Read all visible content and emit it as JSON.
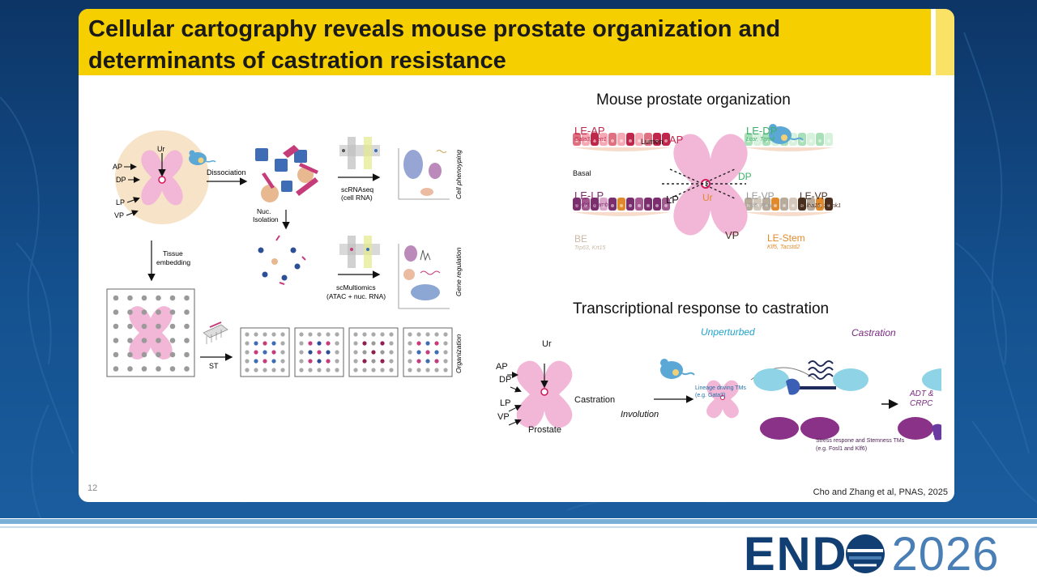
{
  "slide": {
    "title": "Cellular cartography reveals mouse prostate organization and determinants of castration resistance",
    "slide_number": "12",
    "citation": "Cho and Zhang et al, PNAS, 2025"
  },
  "workflow": {
    "lobes": [
      "AP",
      "DP",
      "LP",
      "VP"
    ],
    "ur": "Ur",
    "dissociation": "Dissociation",
    "nuc_isolation_1": "Nuc.",
    "nuc_isolation_2": "Isolation",
    "tissue_embedding_1": "Tissue",
    "tissue_embedding_2": "embedding",
    "scrnaseq_1": "scRNAseq",
    "scrnaseq_2": "(cell RNA)",
    "scmultiomics_1": "scMultiomics",
    "scmultiomics_2": "(ATAC + nuc. RNA)",
    "st": "ST",
    "side_labels": [
      "Cell phenoyping",
      "Gene regulation",
      "Organization"
    ]
  },
  "organization": {
    "heading": "Mouse prostate organization",
    "le_ap": "LE-AP",
    "le_ap_genes": "Gata3, Ren1",
    "lumen": "Lumen",
    "basal": "Basal",
    "ap": "AP",
    "le_dp": "LE-DP",
    "le_dp_genes": "Lcor, Tgm4",
    "dp": "DP",
    "le_lp": "LE-LP",
    "le_lp_genes": "Spdef, Mamb",
    "lp": "LP",
    "ur": "Ur",
    "le_vp_grey": "LE-VP",
    "le_vp_grey_genes": "Elf5, Pbsn",
    "le_vp": "LE-VP",
    "le_vp_genes": "Bhlha15, Spink1",
    "be": "BE",
    "be_genes": "Trp63, Krt15",
    "vp": "VP",
    "le_stem": "LE-Stem",
    "le_stem_genes": "Klf5, Tacstd2"
  },
  "castration": {
    "heading": "Transcriptional response to castration",
    "lobes": [
      "AP",
      "DP",
      "LP",
      "VP"
    ],
    "ur": "Ur",
    "prostate": "Prostate",
    "castration": "Castration",
    "involution": "Involution",
    "unperturbed": "Unperturbed",
    "castration_title": "Castration",
    "lineage_1": "Lineage driving TMs",
    "lineage_2": "(e.g. Gata3)",
    "adt_1": "ADT &",
    "adt_2": "CRPC",
    "stress_1": "Stress respone and Stemness TMs",
    "stress_2": "(e.g. Fosl1 and Klf6)"
  },
  "footer": {
    "logo_text": "END",
    "logo_year": "2026"
  },
  "colors": {
    "title_bg": "#f5cf00",
    "prostate_pink": "#f2b6d6",
    "le_ap": "#c0264a",
    "le_dp": "#4fbf7a",
    "le_lp": "#7b2d6e",
    "le_stem": "#e08a2c",
    "unperturbed": "#1fa3c9",
    "castration": "#7a2a80"
  }
}
